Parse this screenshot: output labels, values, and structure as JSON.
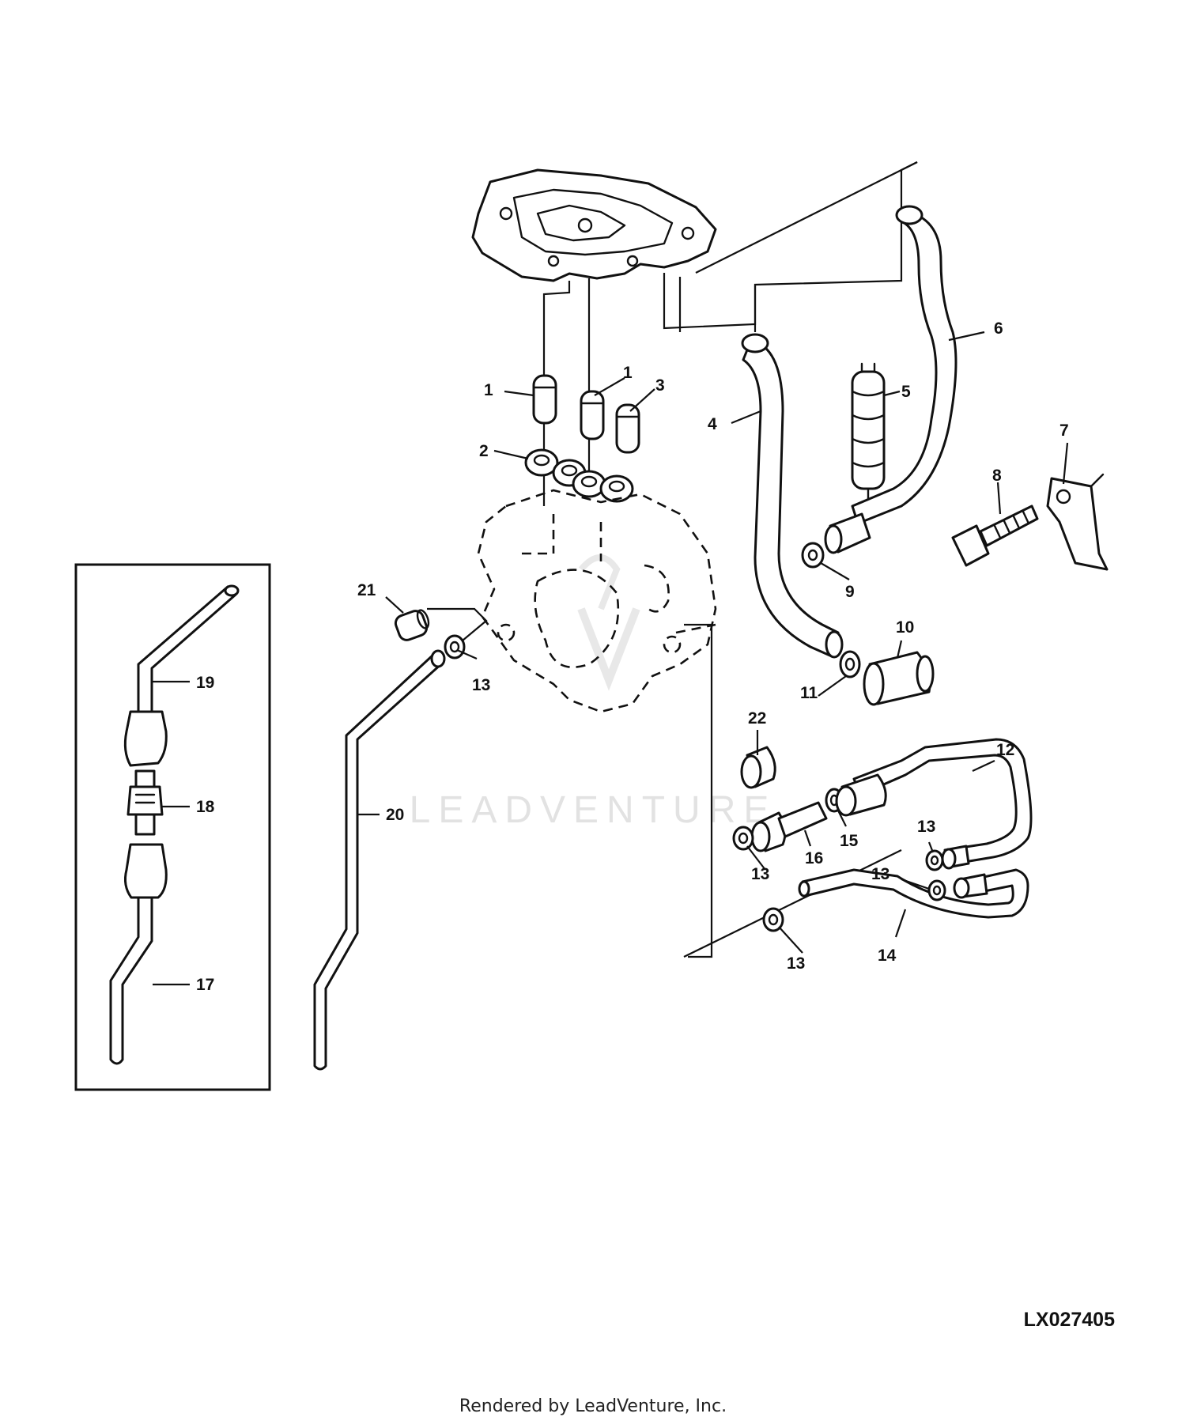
{
  "diagram": {
    "reference_code": "LX027405",
    "watermark": "LEADVENTURE",
    "callouts": [
      {
        "id": "c1a",
        "label": "1"
      },
      {
        "id": "c1b",
        "label": "1"
      },
      {
        "id": "c2",
        "label": "2"
      },
      {
        "id": "c3",
        "label": "3"
      },
      {
        "id": "c4",
        "label": "4"
      },
      {
        "id": "c5",
        "label": "5"
      },
      {
        "id": "c6",
        "label": "6"
      },
      {
        "id": "c7",
        "label": "7"
      },
      {
        "id": "c8",
        "label": "8"
      },
      {
        "id": "c9",
        "label": "9"
      },
      {
        "id": "c10",
        "label": "10"
      },
      {
        "id": "c11",
        "label": "11"
      },
      {
        "id": "c12",
        "label": "12"
      },
      {
        "id": "c13a",
        "label": "13"
      },
      {
        "id": "c13b",
        "label": "13"
      },
      {
        "id": "c13c",
        "label": "13"
      },
      {
        "id": "c13d",
        "label": "13"
      },
      {
        "id": "c13e",
        "label": "13"
      },
      {
        "id": "c14",
        "label": "14"
      },
      {
        "id": "c15",
        "label": "15"
      },
      {
        "id": "c16",
        "label": "16"
      },
      {
        "id": "c17",
        "label": "17"
      },
      {
        "id": "c18",
        "label": "18"
      },
      {
        "id": "c19",
        "label": "19"
      },
      {
        "id": "c20",
        "label": "20"
      },
      {
        "id": "c21",
        "label": "21"
      },
      {
        "id": "c22",
        "label": "22"
      }
    ]
  },
  "footer": {
    "text": "Rendered by LeadVenture, Inc."
  }
}
